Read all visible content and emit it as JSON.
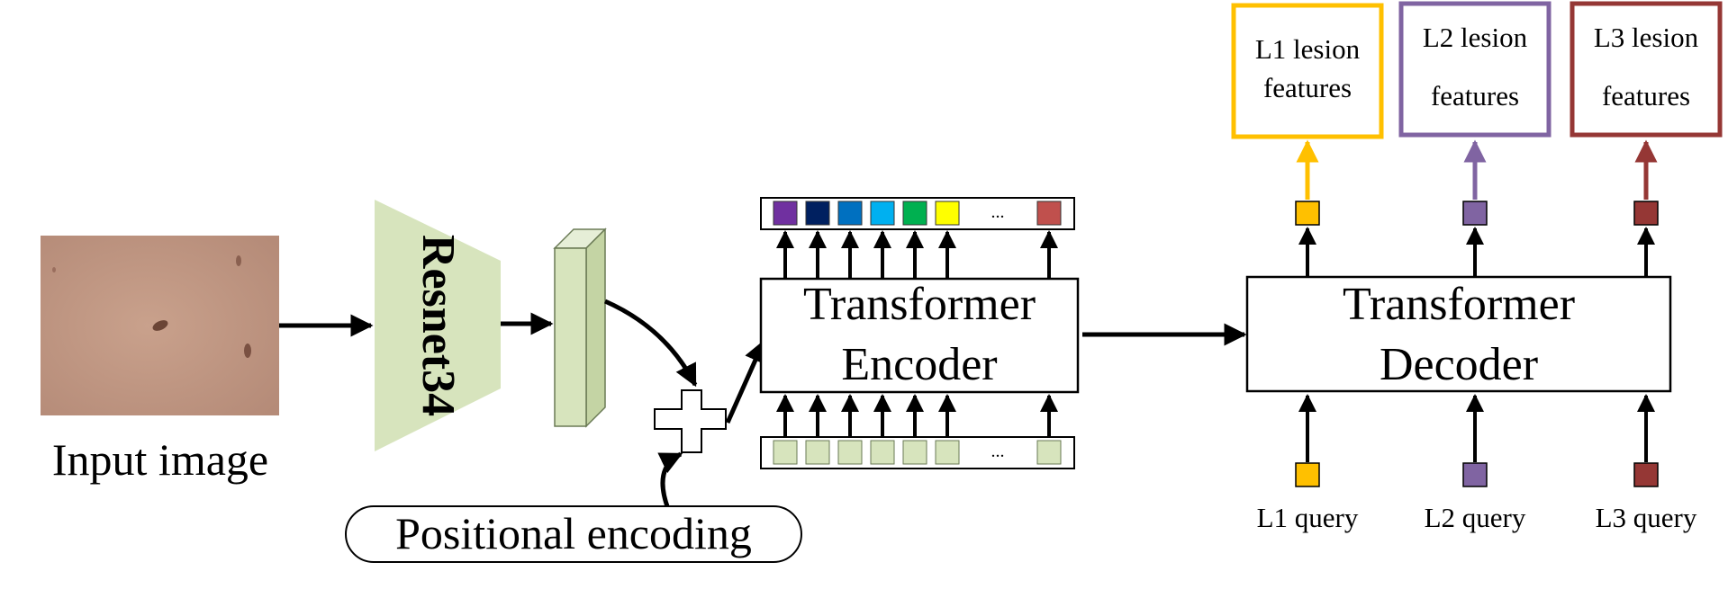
{
  "input": {
    "label": "Input image"
  },
  "backbone": {
    "label": "Resnet34"
  },
  "positional": {
    "label": "Positional encoding"
  },
  "encoder": {
    "line1": "Transformer",
    "line2": "Encoder",
    "output_token_colors": [
      "#7030a0",
      "#002060",
      "#0070c0",
      "#00b0f0",
      "#00b050",
      "#ffff00",
      "#c0504d"
    ],
    "input_token_color": "#d7e4bd",
    "ellipsis": "..."
  },
  "decoder": {
    "line1": "Transformer",
    "line2": "Decoder"
  },
  "heads": [
    {
      "color": "#ffc000",
      "out_line1": "L1 lesion",
      "out_line2": "features",
      "query": "L1 query"
    },
    {
      "color": "#8064a2",
      "out_line1": "L2 lesion",
      "out_line2": "features",
      "query": "L2 query"
    },
    {
      "color": "#953735",
      "out_line1": "L3 lesion",
      "out_line2": "features",
      "query": "L3 query"
    }
  ],
  "colors": {
    "backbone_fill": "#d7e4bd",
    "feature_map_fill": "#d7e4bd"
  }
}
